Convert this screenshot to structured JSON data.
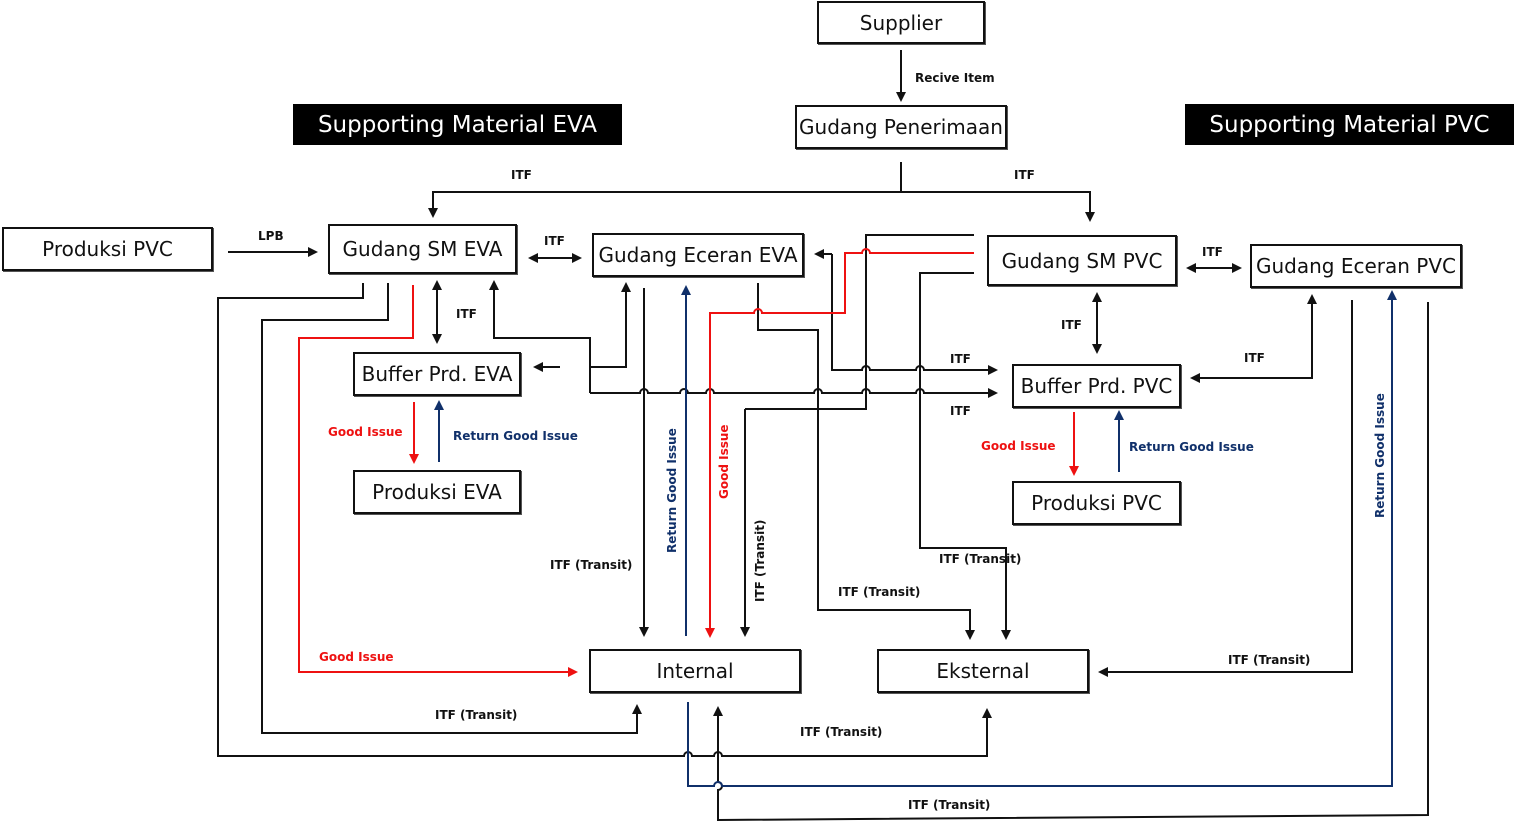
{
  "banners": {
    "eva": "Supporting Material EVA",
    "pvc": "Supporting Material PVC"
  },
  "nodes": {
    "supplier": "Supplier",
    "gudang_penerimaan": "Gudang Penerimaan",
    "produksi_pvc_source": "Produksi PVC",
    "gudang_sm_eva": "Gudang SM EVA",
    "gudang_eceran_eva": "Gudang Eceran EVA",
    "gudang_sm_pvc": "Gudang SM PVC",
    "gudang_eceran_pvc": "Gudang Eceran PVC",
    "buffer_prd_eva": "Buffer Prd. EVA",
    "produksi_eva": "Produksi EVA",
    "buffer_prd_pvc": "Buffer Prd. PVC",
    "produksi_pvc": "Produksi PVC",
    "internal": "Internal",
    "eksternal": "Eksternal"
  },
  "labels": {
    "recive_item": "Recive Item",
    "itf_left_top": "ITF",
    "itf_right_top": "ITF",
    "lpb": "LPB",
    "itf_sm_eceran_eva": "ITF",
    "itf_sm_buffer_eva": "ITF",
    "itf_sm_eceran_pvc": "ITF",
    "itf_sm_buffer_pvc": "ITF",
    "itf_eceran_buffer_pvc": "ITF",
    "itf_to_buffer_pvc_1": "ITF",
    "itf_to_buffer_pvc_2": "ITF",
    "good_issue_eva": "Good Issue",
    "return_good_issue_eva": "Return Good Issue",
    "good_issue_pvc": "Good Issue",
    "return_good_issue_pvc": "Return Good Issue",
    "good_issue_to_internal": "Good Issue",
    "itf_transit_eceran_eva_internal": "ITF (Transit)",
    "return_good_issue_vertical": "Return Good Issue",
    "good_issue_vertical": "Good Issue",
    "itf_transit_vertical": "ITF (Transit)",
    "itf_transit_sm_pvc_eksternal_1": "ITF (Transit)",
    "itf_transit_sm_pvc_eksternal_2": "ITF (Transit)",
    "itf_transit_eceran_pvc_eksternal": "ITF (Transit)",
    "itf_transit_sm_eva_internal": "ITF (Transit)",
    "itf_transit_sm_eva_eksternal": "ITF (Transit)",
    "return_good_issue_pvc_vertical": "Return Good Issue",
    "itf_transit_bottom": "ITF (Transit)"
  },
  "colors": {
    "line": "#111111",
    "good_issue": "#ee1111",
    "return_good_issue": "#10306a",
    "banner_bg": "#000000"
  }
}
